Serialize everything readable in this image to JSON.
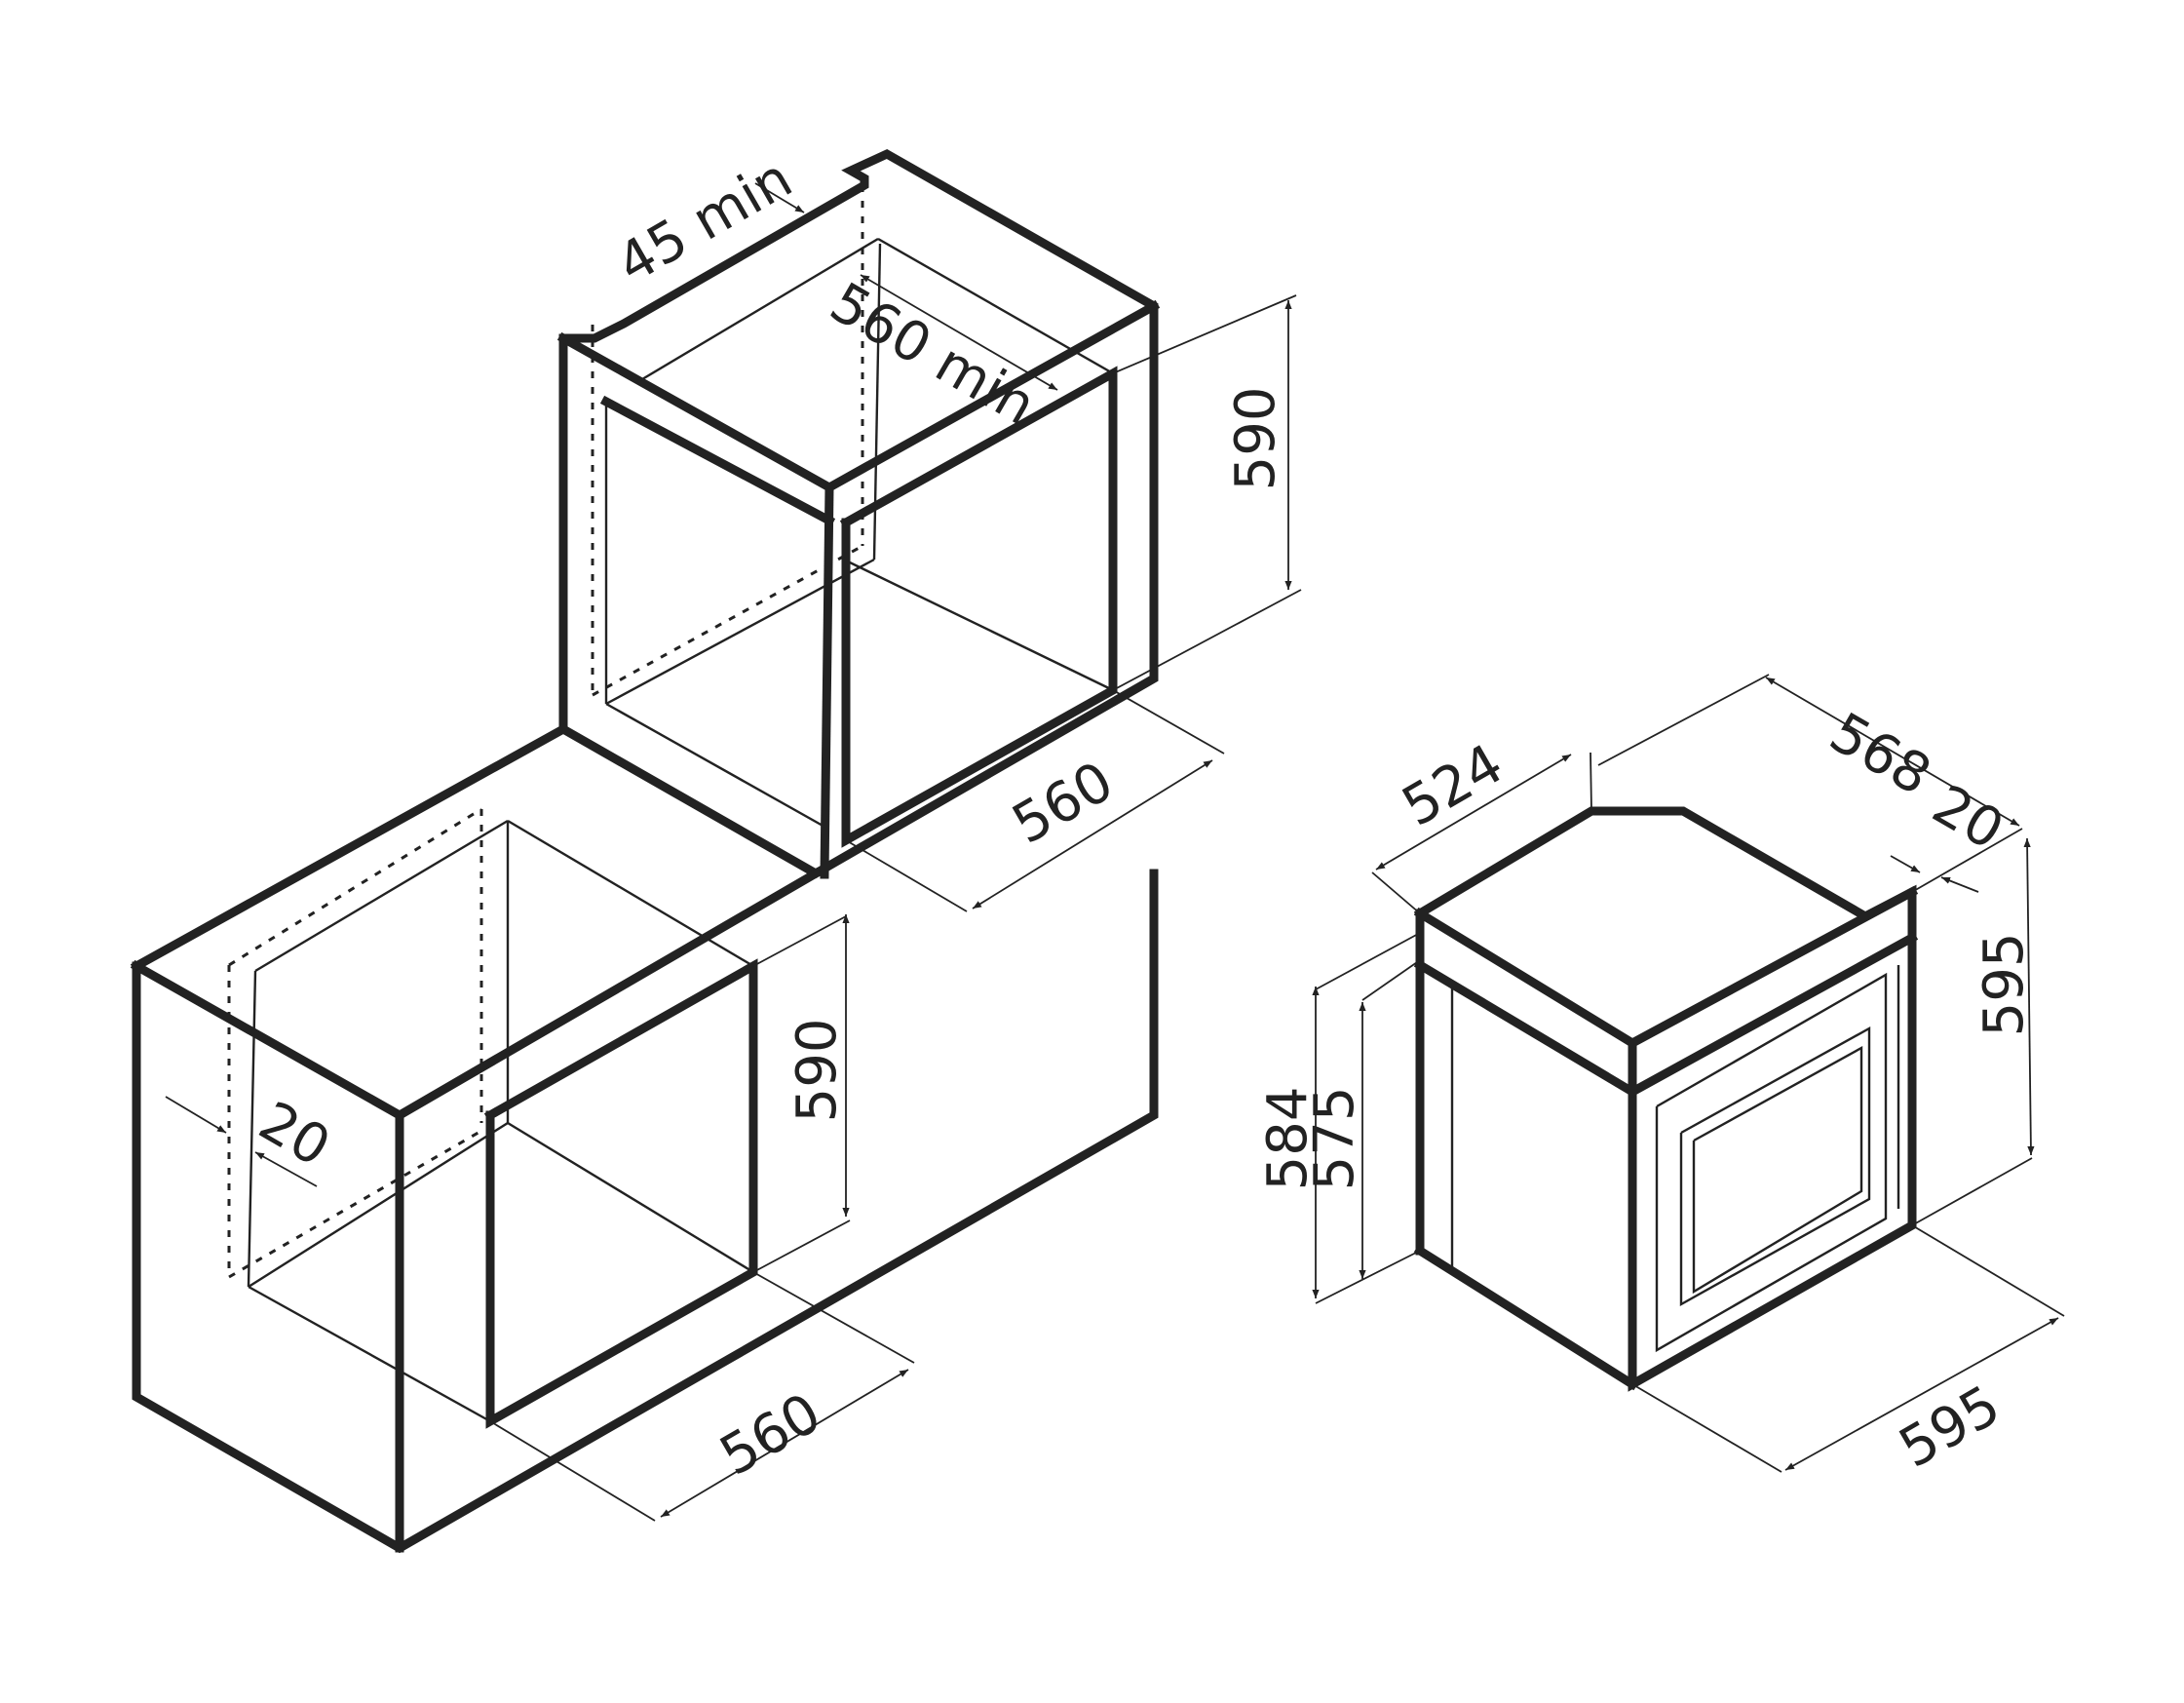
{
  "cabinet_column": {
    "gap_label": "45 min",
    "depth_label": "560 min",
    "height_label": "590",
    "width_label": "560"
  },
  "cabinet_counter": {
    "side_label": "20",
    "height_label": "590",
    "width_label": "560"
  },
  "oven": {
    "top_depth_label": "524",
    "depth_label": "568",
    "door_thickness_label": "20",
    "front_height_label": "595",
    "body_height_label": "584",
    "inner_height_label": "575",
    "front_width_label": "595"
  },
  "colors": {
    "line": "#222222",
    "background": "#ffffff"
  }
}
